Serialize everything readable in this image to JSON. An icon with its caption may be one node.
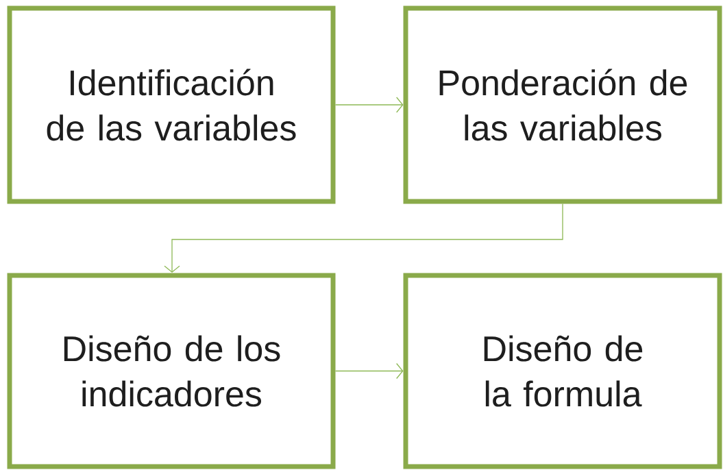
{
  "diagram": {
    "nodes": [
      {
        "text": [
          "Identificación de las variables"
        ]
      },
      {
        "text": [
          "Ponderación de las variables"
        ]
      },
      {
        "text": [
          "Diseño de los indicadores"
        ]
      },
      {
        "text": [
          "Diseño de la formula"
        ]
      }
    ],
    "edges": [
      {
        "from": 0,
        "to": 1,
        "arrow": "to"
      },
      {
        "from": 1,
        "to": 2,
        "arrow": "to"
      },
      {
        "from": 2,
        "to": 3,
        "arrow": "to"
      }
    ]
  }
}
